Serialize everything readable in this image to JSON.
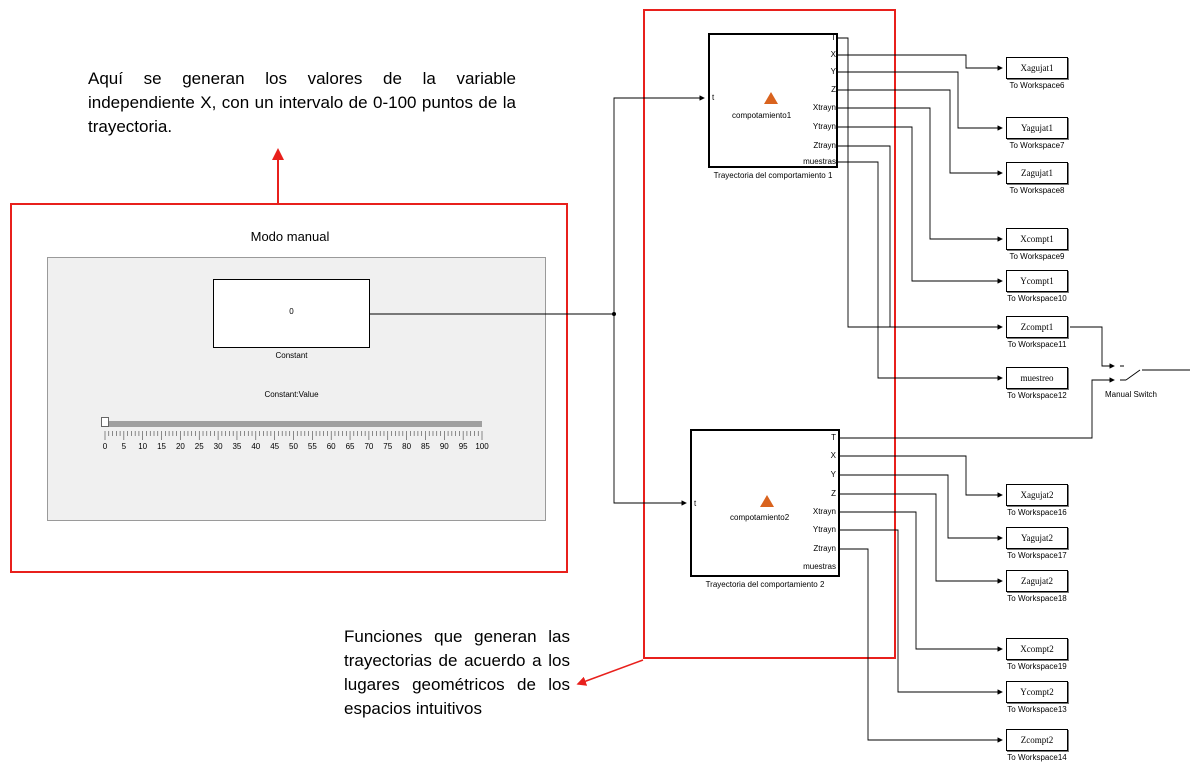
{
  "annotations": {
    "top": "Aquí se generan los valores de la variable independiente X, con un intervalo de 0-100 puntos de la trayectoria.",
    "bottom": "Funciones que generan las trayectorias de acuerdo a los lugares geométricos de los espacios intuitivos"
  },
  "manual_panel": {
    "title": "Modo manual",
    "constant_value": "0",
    "constant_label": "Constant",
    "slider_label": "Constant:Value",
    "slider_value": 0,
    "slider_ticks": [
      "0",
      "5",
      "10",
      "15",
      "20",
      "25",
      "30",
      "35",
      "40",
      "45",
      "50",
      "55",
      "60",
      "65",
      "70",
      "75",
      "80",
      "85",
      "90",
      "95",
      "100"
    ]
  },
  "block1": {
    "name": "compotamiento1",
    "label": "Trayectoria del comportamiento 1",
    "input": "t",
    "outputs": [
      "T",
      "X",
      "Y",
      "Z",
      "Xtrayn",
      "Ytrayn",
      "Ztrayn",
      "muestras"
    ]
  },
  "block2": {
    "name": "compotamiento2",
    "label": "Trayectoria del comportamiento 2",
    "input": "t",
    "outputs": [
      "T",
      "X",
      "Y",
      "Z",
      "Xtrayn",
      "Ytrayn",
      "Ztrayn",
      "muestras"
    ]
  },
  "workspaces": [
    {
      "var": "Xagujat1",
      "caption": "To Workspace6"
    },
    {
      "var": "Yagujat1",
      "caption": "To Workspace7"
    },
    {
      "var": "Zagujat1",
      "caption": "To Workspace8"
    },
    {
      "var": "Xcompt1",
      "caption": "To Workspace9"
    },
    {
      "var": "Ycompt1",
      "caption": "To Workspace10"
    },
    {
      "var": "Zcompt1",
      "caption": "To Workspace11"
    },
    {
      "var": "muestreo",
      "caption": "To Workspace12"
    },
    {
      "var": "Xagujat2",
      "caption": "To Workspace16"
    },
    {
      "var": "Yagujat2",
      "caption": "To Workspace17"
    },
    {
      "var": "Zagujat2",
      "caption": "To Workspace18"
    },
    {
      "var": "Xcompt2",
      "caption": "To Workspace19"
    },
    {
      "var": "Ycompt2",
      "caption": "To Workspace13"
    },
    {
      "var": "Zcompt2",
      "caption": "To Workspace14"
    }
  ],
  "switch_label": "Manual Switch",
  "colors": {
    "highlight": "#e8201c",
    "line": "#000000",
    "panel": "#f0f0f0",
    "slider": "#a0a0a0"
  }
}
